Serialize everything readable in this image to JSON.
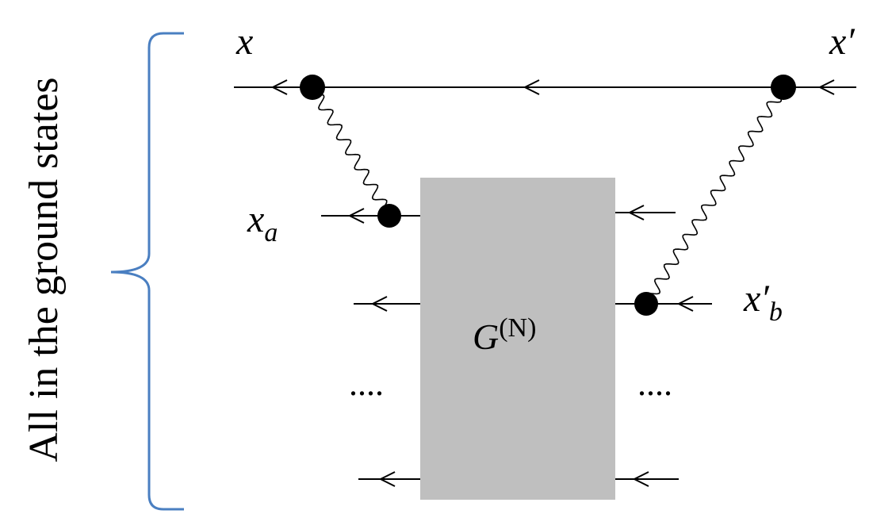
{
  "side_label": "All in the ground states",
  "labels": {
    "x": "x",
    "x_prime": "x′",
    "x_a_base": "x",
    "x_a_sub": "a",
    "x_b_base": "x′",
    "x_b_sub": "b",
    "g_base": "G",
    "g_sup": "(N)",
    "dots_left": "....",
    "dots_right": "...."
  },
  "colors": {
    "bracket": "#4a7fc1",
    "box": "#bfbfbf",
    "line": "#000000"
  }
}
